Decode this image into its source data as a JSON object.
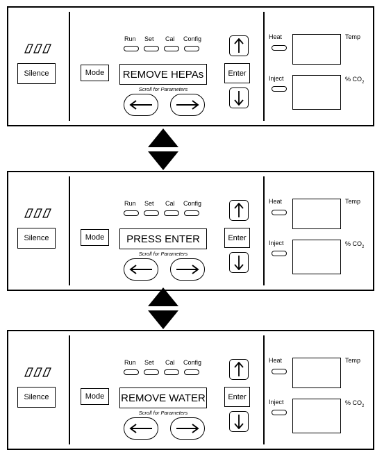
{
  "panels": [
    {
      "silence_label": "Silence",
      "mode_label": "Mode",
      "indicators": [
        "Run",
        "Set",
        "Cal",
        "Config"
      ],
      "display_text": "REMOVE HEPAs",
      "scroll_caption": "Scroll for Parameters",
      "enter_label": "Enter",
      "heat_label": "Heat",
      "inject_label": "Inject",
      "temp_label": "Temp",
      "co2_label": "% CO",
      "co2_sub": "2"
    },
    {
      "silence_label": "Silence",
      "mode_label": "Mode",
      "indicators": [
        "Run",
        "Set",
        "Cal",
        "Config"
      ],
      "display_text": "PRESS ENTER",
      "scroll_caption": "Scroll for Parameters",
      "enter_label": "Enter",
      "heat_label": "Heat",
      "inject_label": "Inject",
      "temp_label": "Temp",
      "co2_label": "% CO",
      "co2_sub": "2"
    },
    {
      "silence_label": "Silence",
      "mode_label": "Mode",
      "indicators": [
        "Run",
        "Set",
        "Cal",
        "Config"
      ],
      "display_text": "REMOVE WATER",
      "scroll_caption": "Scroll for Parameters",
      "enter_label": "Enter",
      "heat_label": "Heat",
      "inject_label": "Inject",
      "temp_label": "Temp",
      "co2_label": "% CO",
      "co2_sub": "2"
    }
  ],
  "connectors": [
    {
      "icon": "bidirectional-arrow-icon"
    },
    {
      "icon": "bidirectional-arrow-icon"
    }
  ]
}
